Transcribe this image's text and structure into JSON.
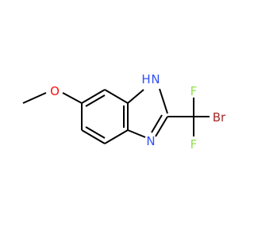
{
  "molecule": {
    "atoms": {
      "O": "O",
      "NH_N": "N",
      "NH_H": "H",
      "N": "N",
      "F_top": "F",
      "F_bottom": "F",
      "Br": "Br"
    }
  },
  "colors": {
    "bond": "#000000",
    "oxygen": "#ff0d0d",
    "nitrogen": "#3050f8",
    "fluorine": "#90e050",
    "bromine": "#a62929",
    "background": "#ffffff"
  }
}
